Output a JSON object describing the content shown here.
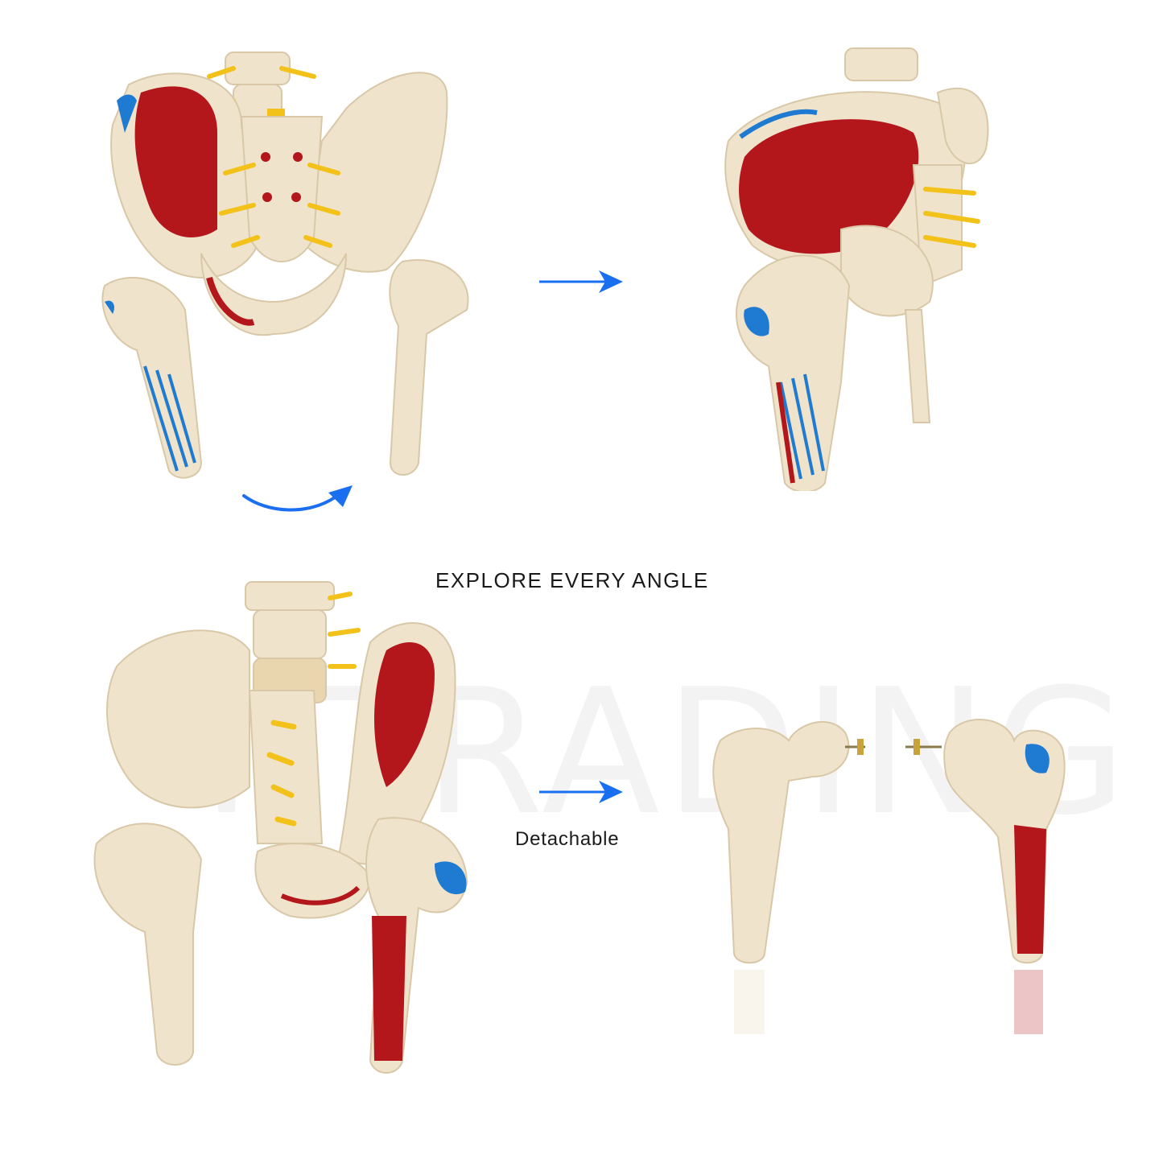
{
  "headline": "EXPLORE EVERY ANGLE",
  "detach_label": "Detachable",
  "watermark": "IITRADING",
  "colors": {
    "bone": "#efe3cc",
    "bone_shadow": "#d9c8a8",
    "muscle_red": "#b3161b",
    "insertion_blue": "#1f7bd1",
    "nerve_yellow": "#f3c21a",
    "arrow_blue": "#1a6ff0",
    "text": "#1a1a1a"
  },
  "icons": [
    "right-arrow-icon",
    "curved-arrow-icon"
  ]
}
